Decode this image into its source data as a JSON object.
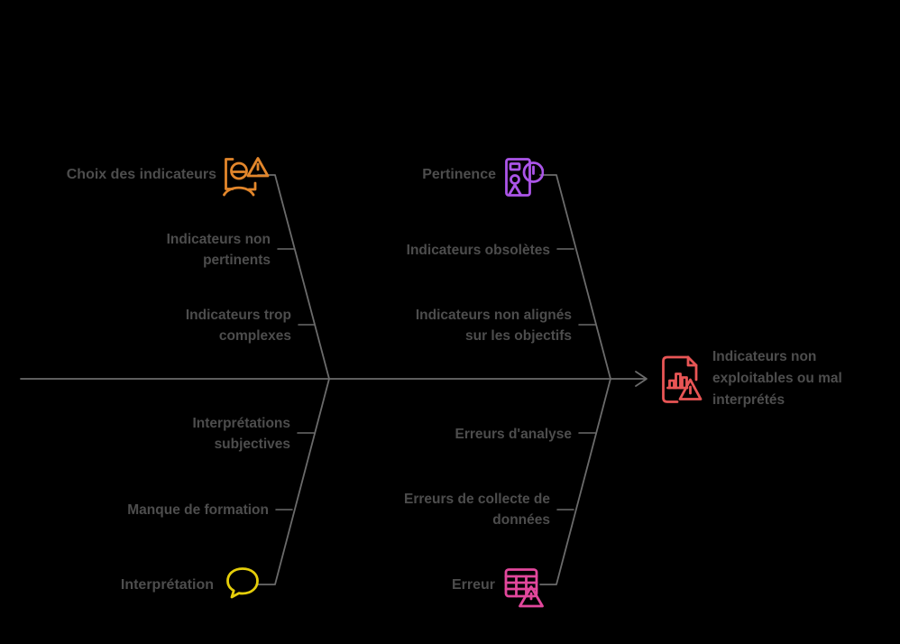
{
  "diagram": {
    "type": "fishbone",
    "background_color": "#000000",
    "line_color": "#6b6b6b",
    "text_color": "#4d4d4d",
    "effect": {
      "label": "Indicateurs non\nexploitables ou mal\ninterprétés",
      "icon": "document-chart-warning-icon",
      "icon_color": "#e85555"
    },
    "branches": [
      {
        "label": "Choix des indicateurs",
        "position": "top-left",
        "icon": "user-scan-warning-icon",
        "icon_color": "#e2862b",
        "causes": [
          "Indicateurs non\npertinents",
          "Indicateurs trop\ncomplexes"
        ]
      },
      {
        "label": "Pertinence",
        "position": "top-middle",
        "icon": "person-board-alert-icon",
        "icon_color": "#ab55e8",
        "causes": [
          "Indicateurs obsolètes",
          "Indicateurs non alignés\nsur les objectifs"
        ]
      },
      {
        "label": "Interprétation",
        "position": "bottom-left",
        "icon": "speech-bubble-icon",
        "icon_color": "#e5ce0a",
        "causes": [
          "Interprétations\nsubjectives",
          "Manque de formation"
        ]
      },
      {
        "label": "Erreur",
        "position": "bottom-middle",
        "icon": "table-warning-icon",
        "icon_color": "#e2479c",
        "causes": [
          "Erreurs d'analyse",
          "Erreurs de collecte de\ndonnées"
        ]
      }
    ]
  }
}
